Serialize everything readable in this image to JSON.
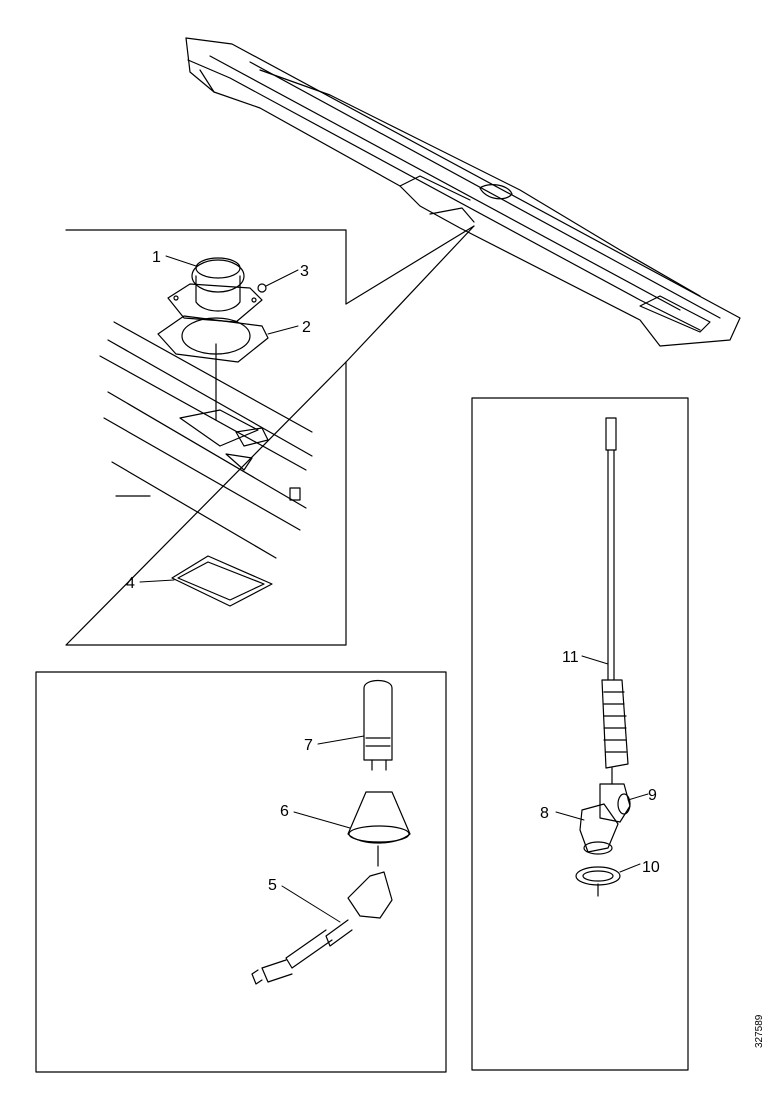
{
  "figure": {
    "reference_code": "327589",
    "callouts": {
      "c1": "1",
      "c2": "2",
      "c3": "3",
      "c4": "4",
      "c5": "5",
      "c6": "6",
      "c7": "7",
      "c8": "8",
      "c9": "9",
      "c10": "10",
      "c11": "11"
    }
  }
}
